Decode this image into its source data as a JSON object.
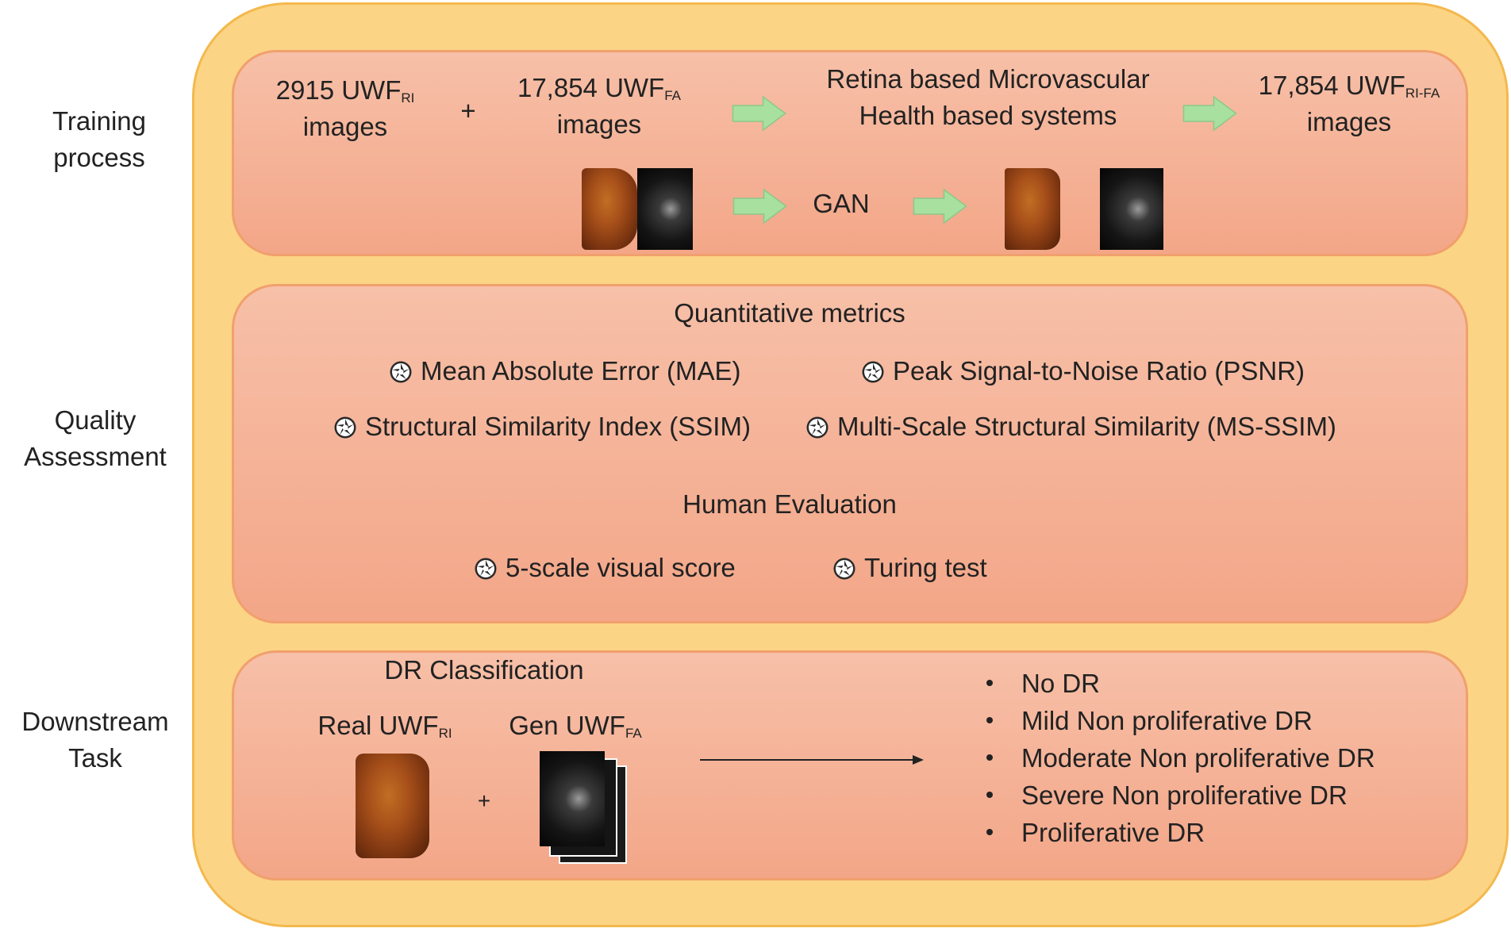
{
  "rows": {
    "training_l1": "Training",
    "training_l2": "process",
    "quality_l1": "Quality",
    "quality_l2": "Assessment",
    "downstream_l1": "Downstream",
    "downstream_l2": "Task"
  },
  "training": {
    "count_ri": "2915 UWF",
    "sub_ri": "RI",
    "images_1": "images",
    "plus": "+",
    "count_fa": "17,854 UWF",
    "sub_fa": "FA",
    "images_2": "images",
    "system_l1": "Retina based Microvascular",
    "system_l2": "Health based systems",
    "count_rifa": "17,854 UWF",
    "sub_rifa": "RI-FA",
    "images_3": "images",
    "gan": "GAN"
  },
  "quality": {
    "quant_title": "Quantitative metrics",
    "metrics": [
      "Mean Absolute Error (MAE)",
      "Peak Signal-to-Noise Ratio (PSNR)",
      "Structural Similarity Index (SSIM)",
      "Multi-Scale Structural Similarity (MS-SSIM)"
    ],
    "human_title": "Human Evaluation",
    "human": [
      "5-scale visual score",
      "Turing test"
    ]
  },
  "downstream": {
    "title": "DR Classification",
    "real": "Real UWF",
    "real_sub": "RI",
    "gen": "Gen UWF",
    "gen_sub": "FA",
    "plus": "+",
    "classes": [
      "No DR",
      "Mild Non proliferative DR",
      "Moderate Non proliferative DR",
      "Severe Non proliferative DR",
      "Proliferative DR"
    ]
  },
  "colors": {
    "outer_fill": "#fcd486",
    "panel_fill": "#f5b295",
    "arrow_green": "#a8e0a0"
  }
}
